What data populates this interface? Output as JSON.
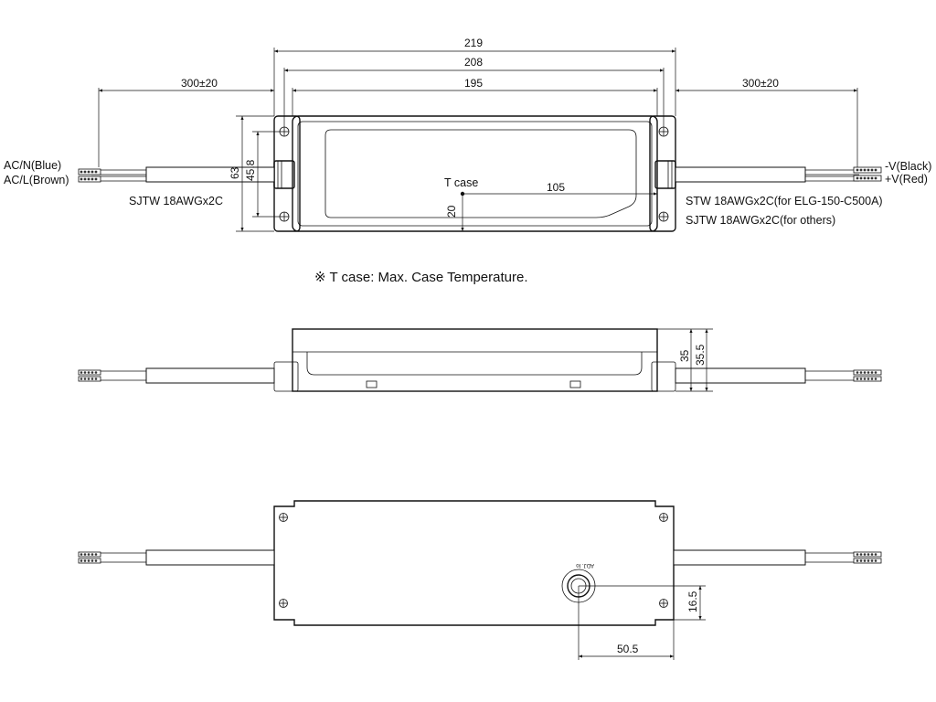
{
  "top_view": {
    "dims": {
      "overall_219": "219",
      "mount_208": "208",
      "body_195": "195",
      "cable_left": "300±20",
      "cable_right": "300±20",
      "height_63": "63",
      "height_45_8": "45.8",
      "tcase_x_105": "105",
      "tcase_y_20": "20"
    },
    "tcase_label": "T case",
    "left_wires": {
      "line1": "AC/N(Blue)",
      "line2": "AC/L(Brown)"
    },
    "left_cable_spec": "SJTW 18AWGx2C",
    "right_wires": {
      "line1": "-V(Black)",
      "line2": "+V(Red)"
    },
    "right_cable_spec": {
      "line1": "STW 18AWGx2C(for ELG-150-C500A)",
      "line2": "SJTW 18AWGx2C(for others)"
    }
  },
  "note": "※ T case: Max. Case Temperature.",
  "side_view": {
    "dims": {
      "height_35": "35",
      "height_35_5": "35.5"
    }
  },
  "bottom_view": {
    "adj_label": "ADJ. Io",
    "dims": {
      "adj_y_16_5": "16.5",
      "adj_x_50_5": "50.5"
    }
  }
}
